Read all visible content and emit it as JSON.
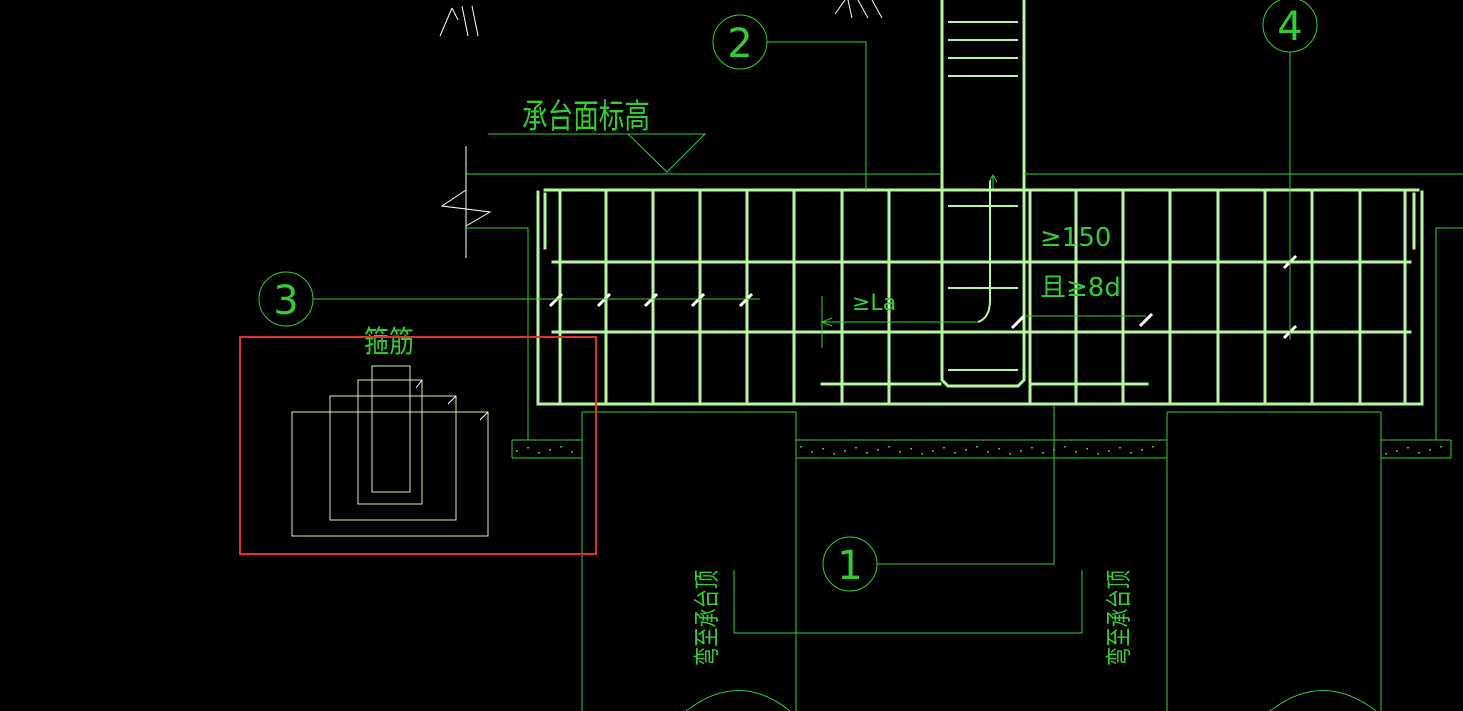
{
  "labels": {
    "cap_top_elevation": "承台面标高",
    "stirrup": "箍筋",
    "bend_to_cap_top_left": "弯至承台顶",
    "bend_to_cap_top_right": "弯至承台顶",
    "dim_anchor": "≥La",
    "dim_spacing": "≥150",
    "dim_8d": "且≥8d"
  },
  "callouts": [
    "1",
    "2",
    "3",
    "4"
  ],
  "colors": {
    "background": "#000000",
    "line": "#33cc33",
    "rebar": "#b8f5a0",
    "highlight": "#e03030",
    "mark": "#ffffff"
  }
}
